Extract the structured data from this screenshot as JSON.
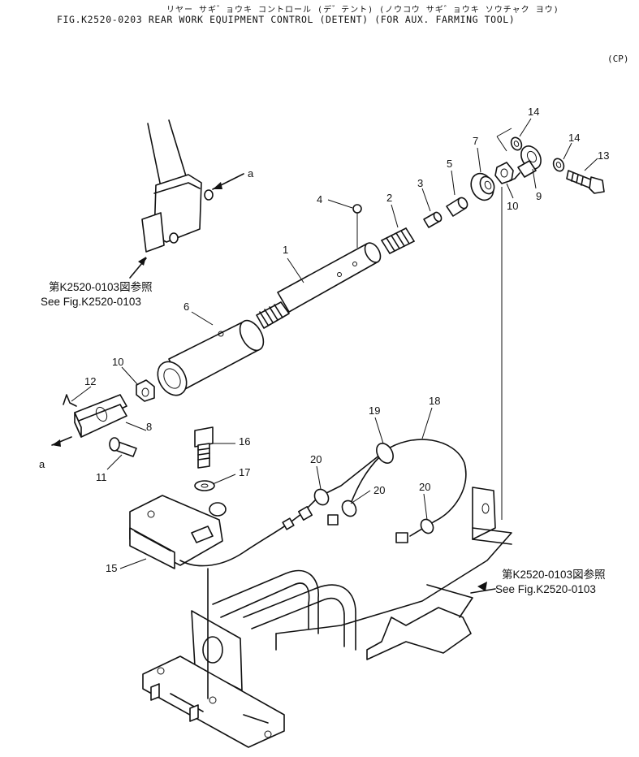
{
  "header": {
    "japanese_line": "リヤー サギ゛ョウキ コントロール (デ゛テント) (ノウコウ サギ゛ョウキ ソウチャク ヨウ)",
    "title_line": "FIG.K2520-0203  REAR WORK EQUIPMENT CONTROL (DETENT) (FOR AUX. FARMING TOOL)",
    "code": "(CP)"
  },
  "refs": {
    "upper_jp": "第K2520-0103図参照",
    "upper_en": "See Fig.K2520-0103",
    "lower_jp": "第K2520-0103図参照",
    "lower_en": "See Fig.K2520-0103",
    "arrow_label_top": "a",
    "arrow_label_bottom": "a"
  },
  "callouts": [
    {
      "id": "c1",
      "text": "1"
    },
    {
      "id": "c2",
      "text": "2"
    },
    {
      "id": "c3",
      "text": "3"
    },
    {
      "id": "c4",
      "text": "4"
    },
    {
      "id": "c5",
      "text": "5"
    },
    {
      "id": "c6",
      "text": "6"
    },
    {
      "id": "c7",
      "text": "7"
    },
    {
      "id": "c8",
      "text": "8"
    },
    {
      "id": "c9",
      "text": "9"
    },
    {
      "id": "c10a",
      "text": "10"
    },
    {
      "id": "c10b",
      "text": "10"
    },
    {
      "id": "c11",
      "text": "11"
    },
    {
      "id": "c12",
      "text": "12"
    },
    {
      "id": "c13",
      "text": "13"
    },
    {
      "id": "c14a",
      "text": "14"
    },
    {
      "id": "c14b",
      "text": "14"
    },
    {
      "id": "c15",
      "text": "15"
    },
    {
      "id": "c16",
      "text": "16"
    },
    {
      "id": "c17",
      "text": "17"
    },
    {
      "id": "c18",
      "text": "18"
    },
    {
      "id": "c19",
      "text": "19"
    },
    {
      "id": "c20a",
      "text": "20"
    },
    {
      "id": "c20b",
      "text": "20"
    },
    {
      "id": "c20c",
      "text": "20"
    }
  ]
}
